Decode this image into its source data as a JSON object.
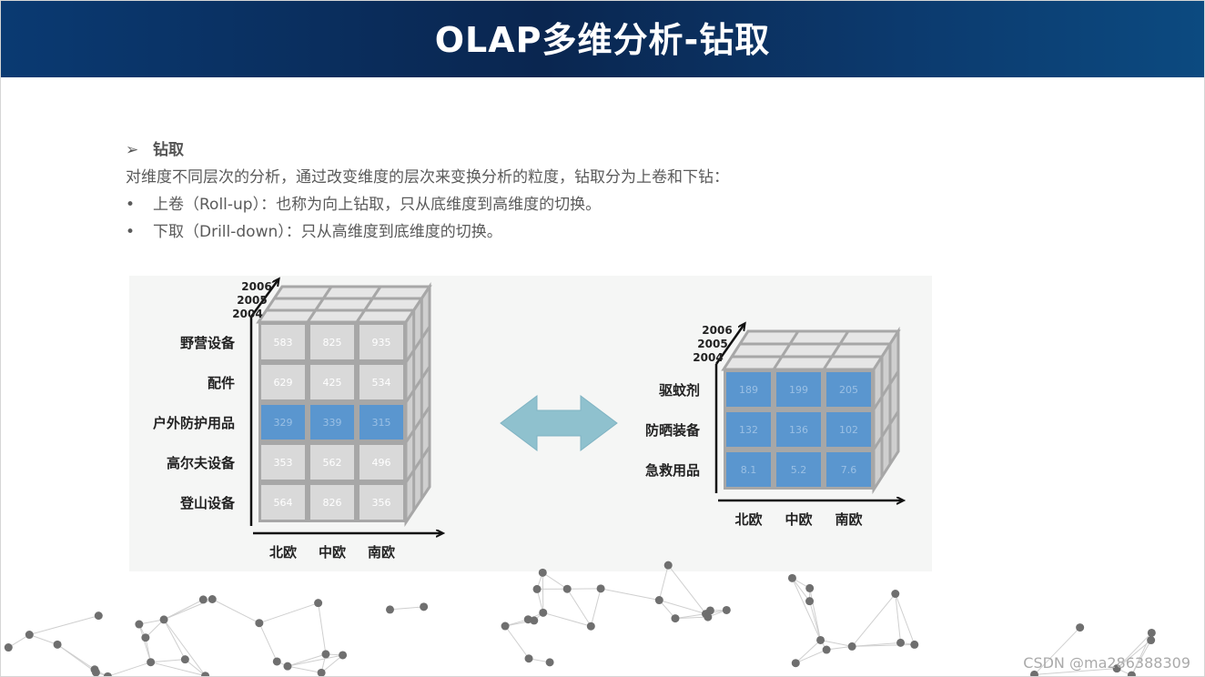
{
  "header": {
    "title": "OLAP多维分析-钻取"
  },
  "content": {
    "heading_marker": "➢",
    "heading": "钻取",
    "description": "对维度不同层次的分析，通过改变维度的层次来变换分析的粒度，钻取分为上卷和下钻：",
    "bullet_marker": "•",
    "bullets": [
      "上卷（Roll-up）：也称为向上钻取，只从底维度到高维度的切换。",
      "下取（Drill-down）：只从高维度到底维度的切换。"
    ]
  },
  "figure": {
    "left_cube": {
      "years": [
        "2006",
        "2005",
        "2004"
      ],
      "rows": [
        "野营设备",
        "配件",
        "户外防护用品",
        "高尔夫设备",
        "登山设备"
      ],
      "columns": [
        "北欧",
        "中欧",
        "南欧"
      ],
      "values": [
        [
          "583",
          "825",
          "935"
        ],
        [
          "629",
          "425",
          "534"
        ],
        [
          "329",
          "339",
          "315"
        ],
        [
          "353",
          "562",
          "496"
        ],
        [
          "564",
          "826",
          "356"
        ]
      ],
      "highlight_row": 2
    },
    "right_cube": {
      "years": [
        "2006",
        "2005",
        "2004"
      ],
      "rows": [
        "驱蚊剂",
        "防晒装备",
        "急救用品"
      ],
      "columns": [
        "北欧",
        "中欧",
        "南欧"
      ],
      "values": [
        [
          "189",
          "199",
          "205"
        ],
        [
          "132",
          "136",
          "102"
        ],
        [
          "8.1",
          "5.2",
          "7.6"
        ]
      ]
    },
    "colors": {
      "cell_gray": "#d9d9d9",
      "cell_blue": "#5a96cf",
      "frame": "#a7a7a7",
      "arrow": "#8fc1ce"
    }
  },
  "watermark": "CSDN @ma286388309"
}
